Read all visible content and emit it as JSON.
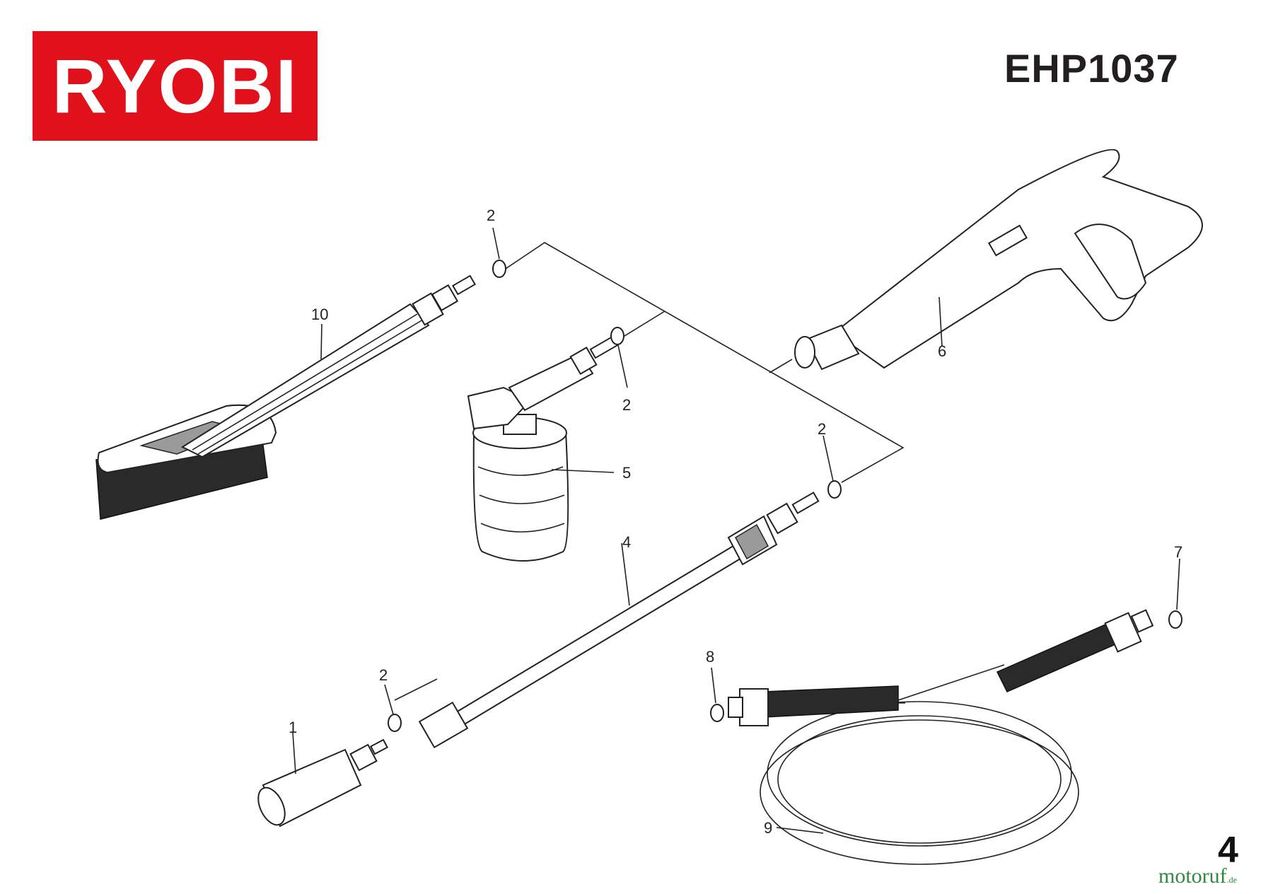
{
  "brand": {
    "logo_text": "RYOBI",
    "logo_color": "#e1111b"
  },
  "model": "EHP1037",
  "page_number": "4",
  "watermark": {
    "name": "motoruf",
    "tld": ".de",
    "color": "#2f8a3e"
  },
  "callouts": {
    "c1": "1",
    "c2a": "2",
    "c2b": "2",
    "c2c": "2",
    "c2d": "2",
    "c4": "4",
    "c5": "5",
    "c6": "6",
    "c7": "7",
    "c8": "8",
    "c9": "9",
    "c10": "10"
  },
  "parts": [
    {
      "ref": "1",
      "icon": "nozzle-icon"
    },
    {
      "ref": "2",
      "icon": "o-ring-icon"
    },
    {
      "ref": "4",
      "icon": "extension-lance-icon"
    },
    {
      "ref": "5",
      "icon": "foam-bottle-icon"
    },
    {
      "ref": "6",
      "icon": "spray-gun-icon"
    },
    {
      "ref": "7",
      "icon": "o-ring-icon"
    },
    {
      "ref": "8",
      "icon": "o-ring-icon"
    },
    {
      "ref": "9",
      "icon": "hose-icon"
    },
    {
      "ref": "10",
      "icon": "brush-icon"
    }
  ]
}
